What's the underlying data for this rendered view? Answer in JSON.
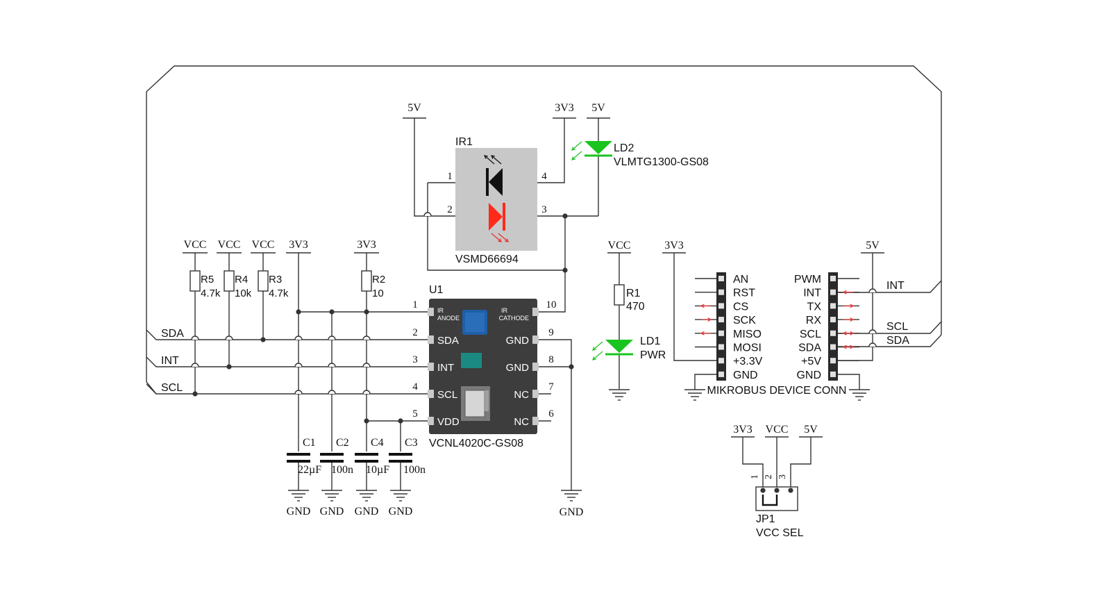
{
  "colors": {
    "wire": "#333333",
    "chip_body": "#3d3d3d",
    "chip_pad": "#c9c9c9",
    "ir_box": "#c8c8c8",
    "led_green": "#19c41f",
    "led_red": "#ff2a1a",
    "sensor_blue": "#1f5fa8",
    "sensor_teal": "#1a8a82",
    "arrow_red": "#e53030",
    "arrow_green": "#19c41f"
  },
  "ir1": {
    "ref": "IR1",
    "part": "VSMD66694",
    "pins": [
      "1",
      "2",
      "3",
      "4"
    ],
    "top_rails": [
      "5V",
      "3V3"
    ]
  },
  "ld2": {
    "ref": "LD2",
    "part": "VLMTG1300-GS08",
    "rail": "5V"
  },
  "u1": {
    "ref": "U1",
    "part": "VCNL4020C-GS08",
    "left_pins": [
      {
        "num": "1",
        "label": "IR ANODE"
      },
      {
        "num": "2",
        "label": "SDA"
      },
      {
        "num": "3",
        "label": "INT"
      },
      {
        "num": "4",
        "label": "SCL"
      },
      {
        "num": "5",
        "label": "VDD"
      }
    ],
    "right_pins": [
      {
        "num": "10",
        "label": "IR CATHODE"
      },
      {
        "num": "9",
        "label": "GND"
      },
      {
        "num": "8",
        "label": "GND"
      },
      {
        "num": "7",
        "label": "NC"
      },
      {
        "num": "6",
        "label": "NC"
      }
    ],
    "anode_label_1": "IR",
    "anode_label_2": "ANODE",
    "cathode_label_1": "IR",
    "cathode_label_2": "CATHODE"
  },
  "resistors": [
    {
      "ref": "R5",
      "value": "4.7k",
      "rail": "VCC"
    },
    {
      "ref": "R4",
      "value": "10k",
      "rail": "VCC"
    },
    {
      "ref": "R3",
      "value": "4.7k",
      "rail": "VCC"
    },
    {
      "ref": "R2",
      "value": "10",
      "rail": "3V3"
    }
  ],
  "rail_3v3_left": "3V3",
  "capacitors": [
    {
      "ref": "C1",
      "value": "22µF",
      "gnd": "GND"
    },
    {
      "ref": "C2",
      "value": "100n",
      "gnd": "GND"
    },
    {
      "ref": "C4",
      "value": "10µF",
      "gnd": "GND"
    },
    {
      "ref": "C3",
      "value": "100n",
      "gnd": "GND"
    }
  ],
  "nets_left": [
    "SDA",
    "INT",
    "SCL"
  ],
  "u1_gnd": "GND",
  "ld1": {
    "ref": "LD1",
    "label": "PWR",
    "rail": "VCC",
    "r_ref": "R1",
    "r_value": "470"
  },
  "mikrobus": {
    "title": "MIKROBUS DEVICE CONN",
    "rail_left": "3V3",
    "rail_right": "5V",
    "left": [
      "AN",
      "RST",
      "CS",
      "SCK",
      "MISO",
      "MOSI",
      "+3.3V",
      "GND"
    ],
    "right": [
      "PWM",
      "INT",
      "TX",
      "RX",
      "SCL",
      "SDA",
      "+5V",
      "GND"
    ],
    "nets_right": [
      "INT",
      "SCL",
      "SDA"
    ]
  },
  "jp1": {
    "ref": "JP1",
    "label": "VCC SEL",
    "rails": [
      "3V3",
      "VCC",
      "5V"
    ],
    "pins": [
      "1",
      "2",
      "3"
    ]
  }
}
